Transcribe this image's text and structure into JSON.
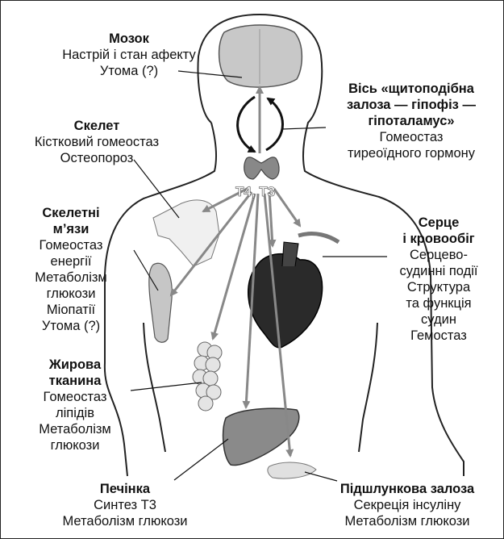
{
  "hormones": "T4, T3",
  "labels": {
    "brain": {
      "title": "Мозок",
      "lines": [
        "Настрій і стан афекту",
        "Утома (?)"
      ]
    },
    "axis": {
      "title_lines": [
        "Вісь «щитоподібна",
        "залоза — гіпофіз —",
        "гіпоталамус»"
      ],
      "lines": [
        "Гомеостаз",
        "тиреоїдного гормону"
      ]
    },
    "skeleton": {
      "title": "Скелет",
      "lines": [
        "Кістковий гомеостаз",
        "Остеопороз"
      ]
    },
    "muscle": {
      "title_lines": [
        "Скелетні",
        "м’язи"
      ],
      "lines": [
        "Гомеостаз",
        "енергії",
        "Метаболізм",
        "глюкози",
        "Міопатії",
        "Утома (?)"
      ]
    },
    "heart": {
      "title_lines": [
        "Серце",
        "і кровообіг"
      ],
      "lines": [
        "Серцево-",
        "судинні події",
        "Структура",
        "та функція",
        "судин",
        "Гемостаз"
      ]
    },
    "fat": {
      "title_lines": [
        "Жирова",
        "тканина"
      ],
      "lines": [
        "Гомеостаз",
        "ліпідів",
        "Метаболізм",
        "глюкози"
      ]
    },
    "liver": {
      "title": "Печінка",
      "lines": [
        "Синтез Т3",
        "Метаболізм глюкози"
      ]
    },
    "pancreas": {
      "title": "Підшлункова залоза",
      "lines": [
        "Секреція інсуліну",
        "Метаболізм глюкози"
      ]
    }
  }
}
